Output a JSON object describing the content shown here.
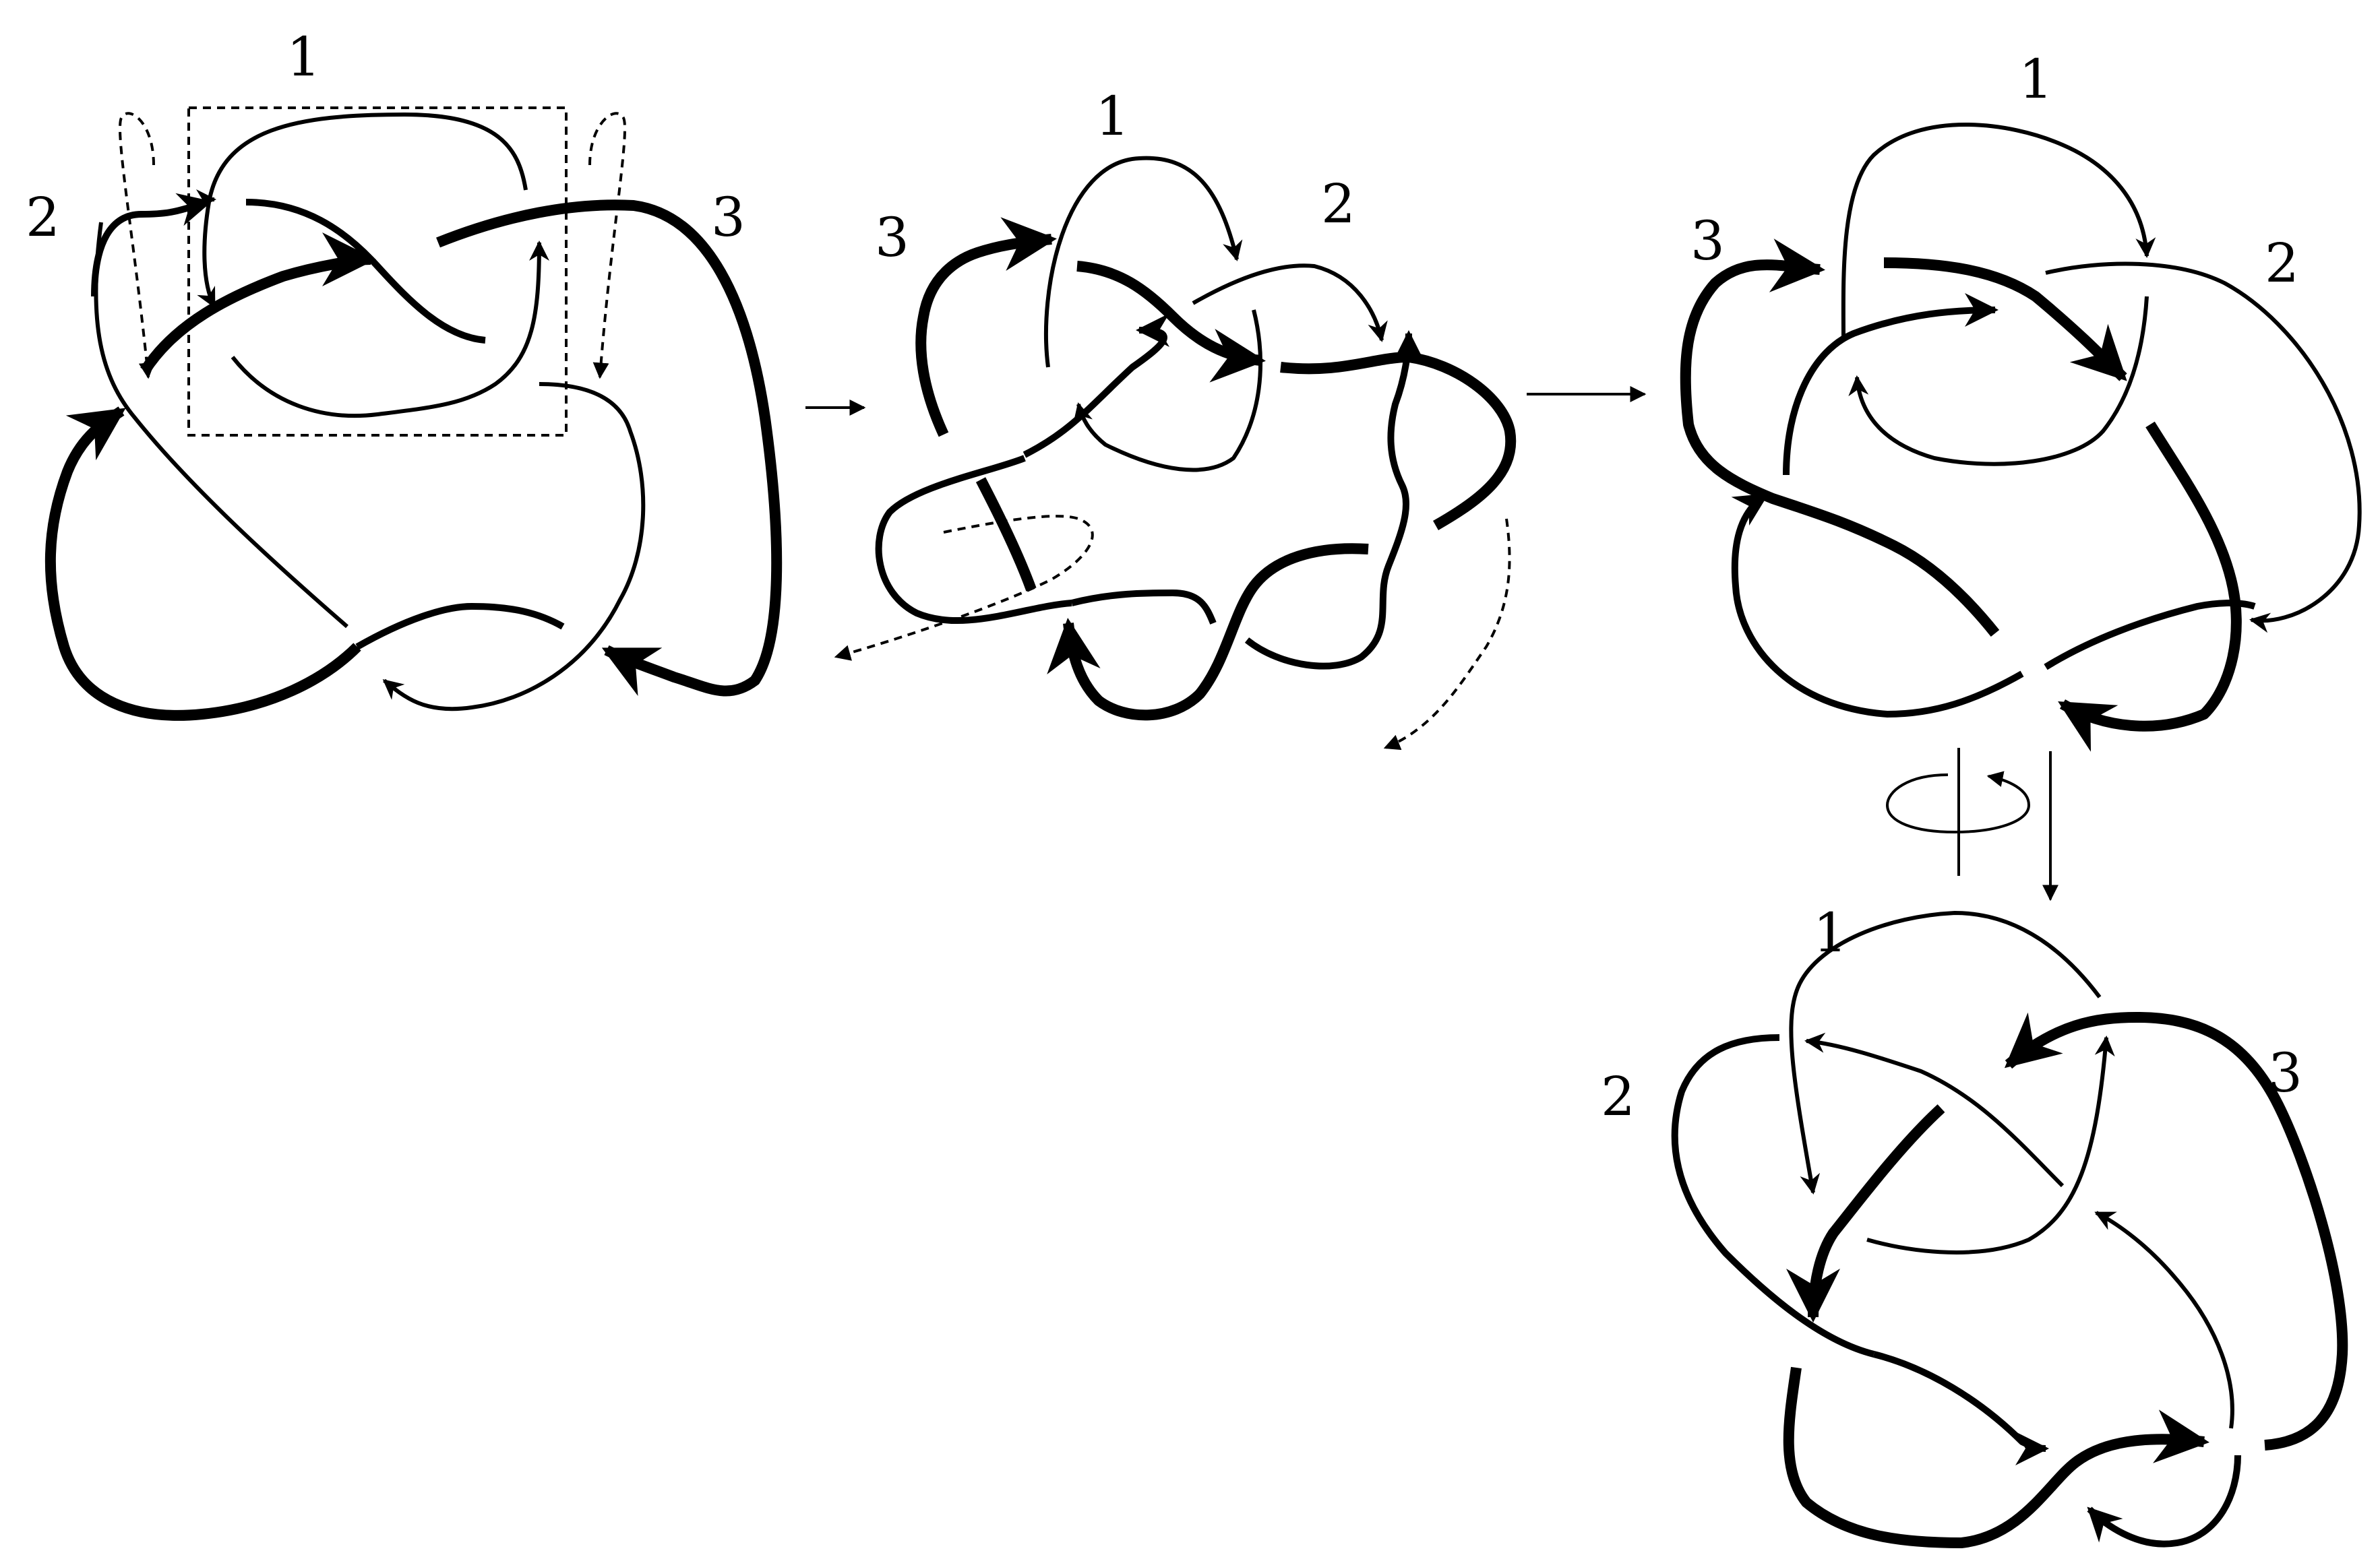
{
  "diagram": {
    "stages": [
      {
        "id": "stage-1",
        "labels": [
          "1",
          "2",
          "3"
        ]
      },
      {
        "id": "stage-2",
        "labels": [
          "1",
          "2",
          "3"
        ]
      },
      {
        "id": "stage-3",
        "labels": [
          "1",
          "2",
          "3"
        ]
      },
      {
        "id": "stage-4",
        "labels": [
          "1",
          "2",
          "3"
        ]
      }
    ],
    "colors": {
      "stroke": "#000000",
      "background": "#ffffff"
    },
    "icons": {
      "rotation": "rotation-about-vertical-axis-icon",
      "transition": "right-arrow-icon"
    }
  }
}
